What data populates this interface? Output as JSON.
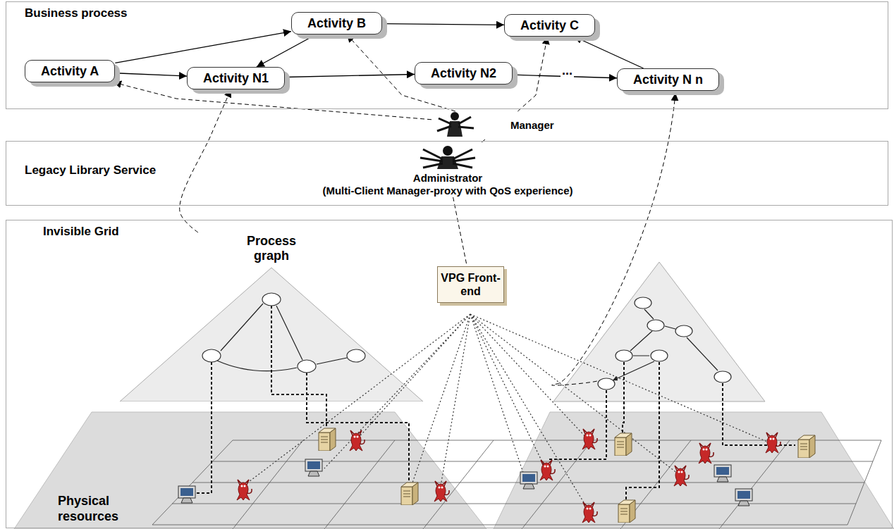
{
  "diagram": {
    "nodes": [
      {
        "text": [
          "Business process"
        ]
      },
      {
        "text": [
          "Activity A"
        ],
        "in": 0
      },
      {
        "text": [
          "Activity B"
        ],
        "in": 0
      },
      {
        "text": [
          "Activity C"
        ],
        "in": 0
      },
      {
        "text": [
          "Activity N1"
        ],
        "in": 0
      },
      {
        "text": [
          "Activity N2"
        ],
        "in": 0
      },
      {
        "text": [
          "Activity N n"
        ],
        "in": 0
      },
      {
        "text": [
          "Manager"
        ]
      },
      {
        "text": [
          "Legacy Library Service"
        ]
      },
      {
        "text": [
          "Administrator",
          "(Multi-Client Manager-proxy with QoS experience)"
        ],
        "in": 8
      },
      {
        "text": [
          "Invisible Grid"
        ]
      },
      {
        "text": [
          "Process graph"
        ],
        "in": 10
      },
      {
        "text": [
          "VPG Front-end"
        ],
        "in": 10
      }
    ],
    "edges": [
      {
        "from": 1,
        "to": 2,
        "arrow": "to"
      },
      {
        "from": 1,
        "to": 4,
        "arrow": "to"
      },
      {
        "from": 2,
        "to": 4,
        "arrow": "to"
      },
      {
        "from": 2,
        "to": 3,
        "arrow": "to"
      },
      {
        "from": 4,
        "to": 5,
        "arrow": "to"
      },
      {
        "from": 5,
        "to": 6,
        "arrow": "to"
      },
      {
        "from": 6,
        "to": 3,
        "arrow": "to"
      },
      {
        "from": 7,
        "to": 1,
        "arrow": "to"
      },
      {
        "from": 7,
        "to": 2,
        "arrow": "to"
      },
      {
        "from": 7,
        "to": 3,
        "arrow": "to"
      },
      {
        "from": 7,
        "to": 9,
        "arrow": "none"
      },
      {
        "from": 9,
        "to": 12,
        "arrow": "none"
      },
      {
        "from": 11,
        "to": 4,
        "arrow": "to"
      }
    ],
    "labels": [
      "...",
      "Physical resources"
    ]
  }
}
